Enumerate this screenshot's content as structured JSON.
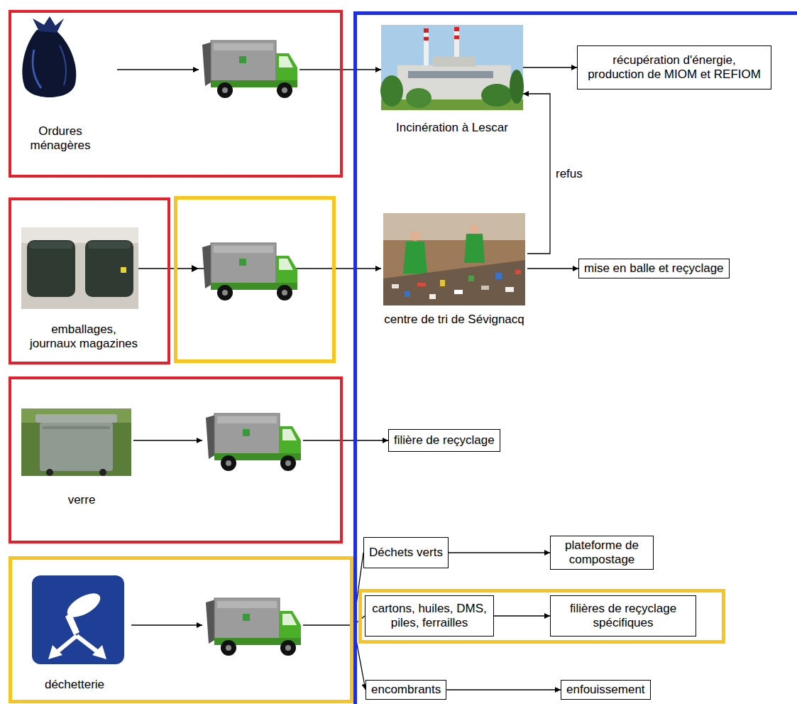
{
  "diagram": {
    "nodes": [
      {
        "text": [
          "Ordures ménagères"
        ]
      },
      {
        "text": [
          "Incinération à Lescar"
        ]
      },
      {
        "text": [
          "récupération d'énergie, production de MIOM et REFIOM"
        ]
      },
      {
        "text": [
          "emballages, journaux magazines"
        ]
      },
      {
        "text": [
          "centre de tri de Sévignacq"
        ]
      },
      {
        "text": [
          "mise en balle et reçyclage"
        ]
      },
      {
        "text": [
          "verre"
        ]
      },
      {
        "text": [
          "filière de reçyclage"
        ]
      },
      {
        "text": [
          "déchetterie"
        ]
      },
      {
        "text": [
          "Déchets verts"
        ]
      },
      {
        "text": [
          "plateforme de compostage"
        ]
      },
      {
        "text": [
          "cartons, huiles, DMS, piles, ferrailles"
        ]
      },
      {
        "text": [
          "filières de reçyclage spécifiques"
        ]
      },
      {
        "text": [
          "encombrants"
        ]
      },
      {
        "text": [
          "enfouissement"
        ]
      }
    ],
    "edges": [
      {
        "from": 0,
        "to": 1,
        "arrow": "to"
      },
      {
        "from": 1,
        "to": 2,
        "arrow": "to"
      },
      {
        "from": 3,
        "to": 4,
        "arrow": "to"
      },
      {
        "from": 4,
        "to": 1,
        "label": "refus",
        "arrow": "to"
      },
      {
        "from": 4,
        "to": 5,
        "arrow": "to"
      },
      {
        "from": 6,
        "to": 7,
        "arrow": "to"
      },
      {
        "from": 8,
        "to": 9,
        "arrow": "none"
      },
      {
        "from": 8,
        "to": 11,
        "arrow": "none"
      },
      {
        "from": 8,
        "to": 13,
        "arrow": "to"
      },
      {
        "from": 9,
        "to": 10,
        "arrow": "to"
      },
      {
        "from": 11,
        "to": 12,
        "arrow": "to"
      },
      {
        "from": 13,
        "to": 14,
        "arrow": "to"
      }
    ]
  }
}
